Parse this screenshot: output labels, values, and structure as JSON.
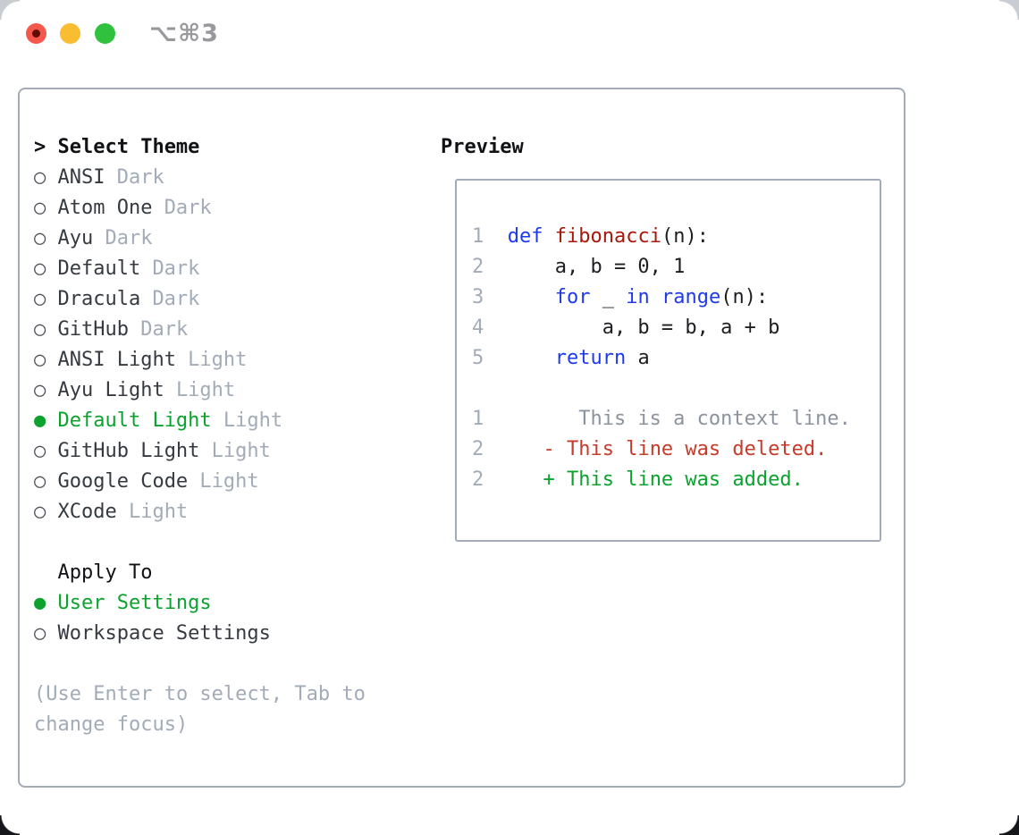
{
  "window": {
    "shortcut": "⌥⌘3"
  },
  "icons": {
    "cursor": ">",
    "radio_selected": "●",
    "radio_unselected": "○"
  },
  "theme_panel": {
    "title": "Select Theme",
    "themes": [
      {
        "name": "ANSI",
        "tag": "Dark",
        "selected": false
      },
      {
        "name": "Atom One",
        "tag": "Dark",
        "selected": false
      },
      {
        "name": "Ayu",
        "tag": "Dark",
        "selected": false
      },
      {
        "name": "Default",
        "tag": "Dark",
        "selected": false
      },
      {
        "name": "Dracula",
        "tag": "Dark",
        "selected": false
      },
      {
        "name": "GitHub",
        "tag": "Dark",
        "selected": false
      },
      {
        "name": "ANSI Light",
        "tag": "Light",
        "selected": false
      },
      {
        "name": "Ayu Light",
        "tag": "Light",
        "selected": false
      },
      {
        "name": "Default Light",
        "tag": "Light",
        "selected": true
      },
      {
        "name": "GitHub Light",
        "tag": "Light",
        "selected": false
      },
      {
        "name": "Google Code",
        "tag": "Light",
        "selected": false
      },
      {
        "name": "XCode",
        "tag": "Light",
        "selected": false
      }
    ],
    "apply_to": {
      "title": "Apply To",
      "options": [
        {
          "label": "User Settings",
          "selected": true
        },
        {
          "label": "Workspace Settings",
          "selected": false
        }
      ]
    },
    "hint_lines": [
      "(Use Enter to select, Tab to",
      "change focus)"
    ]
  },
  "preview": {
    "title": "Preview",
    "lines": [
      {
        "kind": "code-line-1",
        "segs": [
          [
            "1",
            "ln"
          ],
          [
            "  ",
            "t"
          ],
          [
            "def",
            "k"
          ],
          [
            " ",
            "t"
          ],
          [
            "fibonacci",
            "f"
          ],
          [
            "(n):",
            "t"
          ]
        ]
      },
      {
        "kind": "code-line-2",
        "segs": [
          [
            "2",
            "ln"
          ],
          [
            "      a, b = 0, 1",
            "t"
          ]
        ]
      },
      {
        "kind": "code-line-3",
        "segs": [
          [
            "3",
            "ln"
          ],
          [
            "      ",
            "t"
          ],
          [
            "for",
            "k"
          ],
          [
            " _ ",
            "t"
          ],
          [
            "in",
            "k"
          ],
          [
            " ",
            "t"
          ],
          [
            "range",
            "k"
          ],
          [
            "(n):",
            "t"
          ]
        ]
      },
      {
        "kind": "code-line-4",
        "segs": [
          [
            "4",
            "ln"
          ],
          [
            "          a, b = b, a + b",
            "t"
          ]
        ]
      },
      {
        "kind": "code-line-5",
        "segs": [
          [
            "5",
            "ln"
          ],
          [
            "      ",
            "t"
          ],
          [
            "return",
            "k"
          ],
          [
            " a",
            "t"
          ]
        ]
      },
      {
        "kind": "blank-line",
        "segs": []
      },
      {
        "kind": "diff-context-line",
        "segs": [
          [
            "1",
            "ln"
          ],
          [
            "        This is a context line.",
            "ctx"
          ]
        ]
      },
      {
        "kind": "diff-deleted-line",
        "segs": [
          [
            "2",
            "ln"
          ],
          [
            "     ",
            "t"
          ],
          [
            "- This line was deleted.",
            "del"
          ]
        ]
      },
      {
        "kind": "diff-added-line",
        "segs": [
          [
            "2",
            "ln"
          ],
          [
            "     ",
            "t"
          ],
          [
            "+ This line was added.",
            "add"
          ]
        ]
      }
    ]
  },
  "colors": {
    "ink": "#101215",
    "item": "#353a41",
    "radio": "#4b5058",
    "muted": "#a2abb8",
    "ctx": "#8b939e",
    "hint": "#a2abb8",
    "green": "#0ba32e",
    "kw": "#1e3af0",
    "fn": "#a8180a",
    "del": "#c63b2a",
    "code": "#1c1e21",
    "border": "#a3abb6",
    "tl-red": "#f4574c",
    "tl-red-dot": "#600c03",
    "tl-yellow": "#f8bd31",
    "tl-green": "#30c23f",
    "shortcut": "#98989d"
  }
}
